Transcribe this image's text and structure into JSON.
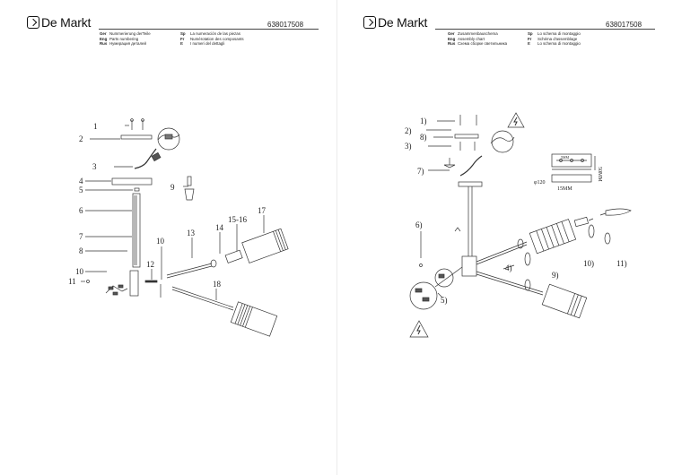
{
  "brand": "De Markt",
  "article_number": "638017508",
  "left_page": {
    "legend_col1": [
      {
        "lang": "Ger",
        "text": "Nummerierung derTeile"
      },
      {
        "lang": "Eng",
        "text": "Parts numbering"
      },
      {
        "lang": "Rus",
        "text": "Нумерация деталей"
      }
    ],
    "legend_col2": [
      {
        "lang": "Sp",
        "text": "La numeración de las piezas"
      },
      {
        "lang": "Fr",
        "text": "Numérotation des composants"
      },
      {
        "lang": "It",
        "text": "I numeri del dettagli"
      }
    ],
    "part_labels": [
      "1",
      "2",
      "3",
      "4",
      "5",
      "6",
      "7",
      "8",
      "9",
      "10",
      "10",
      "11",
      "12",
      "13",
      "14",
      "15-16",
      "17",
      "18"
    ]
  },
  "right_page": {
    "legend_col1": [
      {
        "lang": "Ger",
        "text": "Zusammenbauschema"
      },
      {
        "lang": "Eng",
        "text": "Assembly chart"
      },
      {
        "lang": "Rus",
        "text": "Схема сборке светильника"
      }
    ],
    "legend_col2": [
      {
        "lang": "Sp",
        "text": "Lo schema di montaggio"
      },
      {
        "lang": "Fr",
        "text": "Schéma d'assemblage"
      },
      {
        "lang": "It",
        "text": "Lo schema di montaggio"
      }
    ],
    "step_labels": [
      "1)",
      "2)",
      "3)",
      "4)",
      "5)",
      "6)",
      "7)",
      "8)",
      "9)",
      "10)",
      "11)"
    ],
    "dimension_labels": [
      "φ120",
      "15MM",
      "5MM",
      "50MM"
    ]
  }
}
